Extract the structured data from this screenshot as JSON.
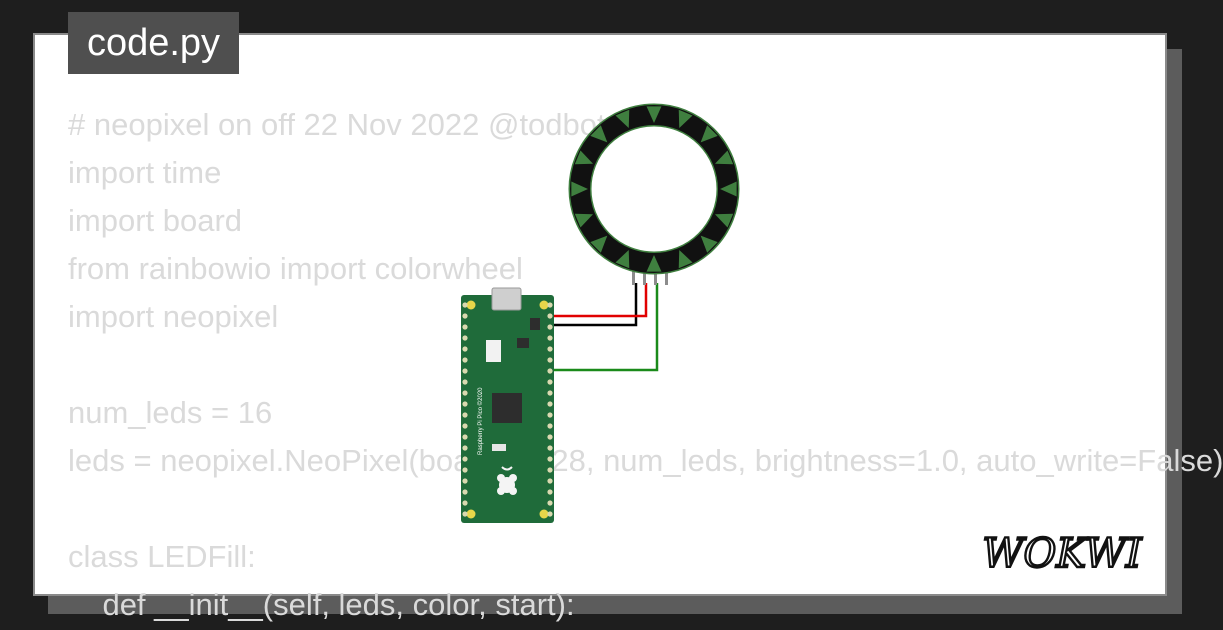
{
  "file_tab": {
    "label": "code.py"
  },
  "code_lines": [
    "# neopixel on off 22 Nov 2022 @todbot",
    "import time",
    "import board",
    "from rainbowio import colorwheel",
    "import neopixel",
    "",
    "num_leds = 16",
    "leds = neopixel.NeoPixel(board.GP28, num_leds, brightness=1.0, auto_write=False)",
    "",
    "class LEDFill:",
    "    def __init__(self, leds, color, start):"
  ],
  "board": {
    "silk_text": "Raspberry Pi Pico ©2020"
  },
  "brand": {
    "logo_text": "WOKWI"
  },
  "colors": {
    "page_bg": "#1e1e1e",
    "card_bg": "#ffffff",
    "tab_bg": "#4f4f4f",
    "code_text": "#dadada",
    "pcb_green": "#1f6b3a",
    "ring_black": "#111111",
    "ring_green": "#3f7f3f",
    "wire_red": "#e10000",
    "wire_black": "#000000",
    "wire_green": "#1a8a1a"
  }
}
